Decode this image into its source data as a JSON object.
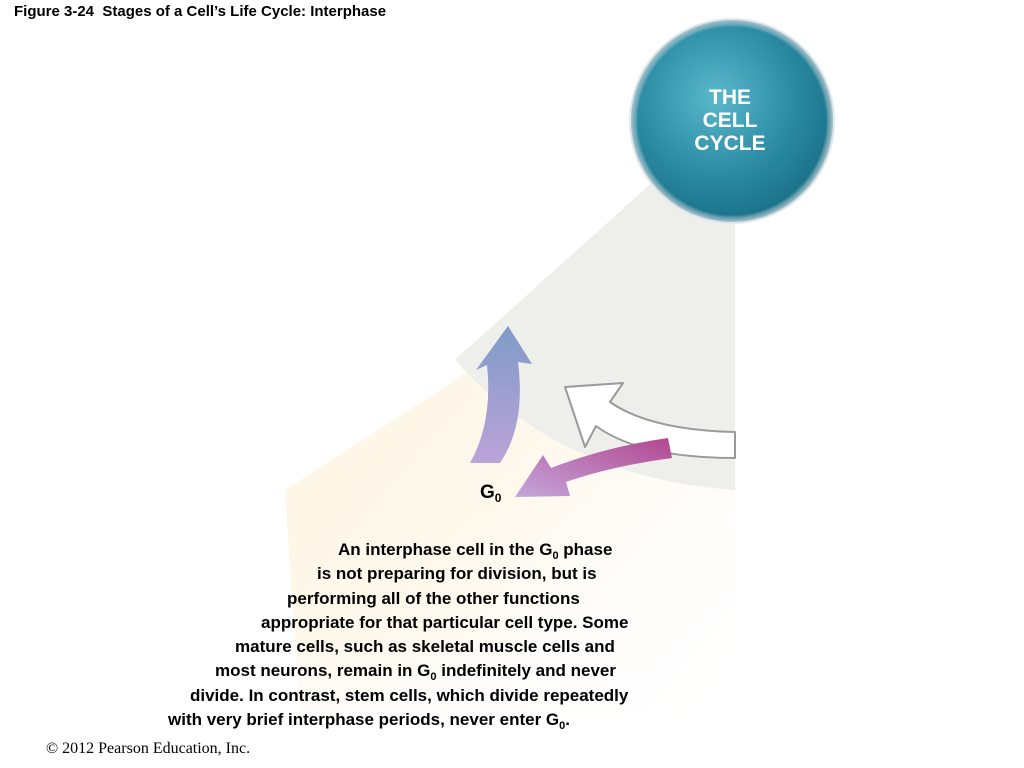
{
  "figure_title": "Figure 3-24  Stages of a Cell’s Life Cycle: Interphase",
  "cycle_circle": {
    "label_lines": [
      "THE",
      "CELL",
      "CYCLE"
    ],
    "color": "#2a8ba3"
  },
  "g0_label": {
    "main": "G",
    "sub": "0"
  },
  "description_lines": [
    [
      {
        "t": "An interphase cell in the G"
      },
      {
        "t": "0",
        "sub": true
      },
      {
        "t": " phase"
      }
    ],
    [
      {
        "t": "is not preparing for division, but is"
      }
    ],
    [
      {
        "t": "performing all of the other functions"
      }
    ],
    [
      {
        "t": "appropriate for that particular cell type. Some"
      }
    ],
    [
      {
        "t": "mature cells, such as skeletal muscle cells and"
      }
    ],
    [
      {
        "t": "most neurons, remain in G"
      },
      {
        "t": "0",
        "sub": true
      },
      {
        "t": " indefinitely and never"
      }
    ],
    [
      {
        "t": "divide. In contrast, stem cells, which divide repeatedly"
      }
    ],
    [
      {
        "t": "with very brief interphase periods, never enter G"
      },
      {
        "t": "0",
        "sub": true
      },
      {
        "t": "."
      }
    ]
  ],
  "copyright": "© 2012 Pearson Education, Inc.",
  "colors": {
    "sector_gray": "#eeeeea",
    "sector_cream": "#fdf3dc",
    "arrow_up": "#8aa1c9",
    "arrow_down": "#b85a9c",
    "arrow_white_outline": "#9a9a9a"
  }
}
